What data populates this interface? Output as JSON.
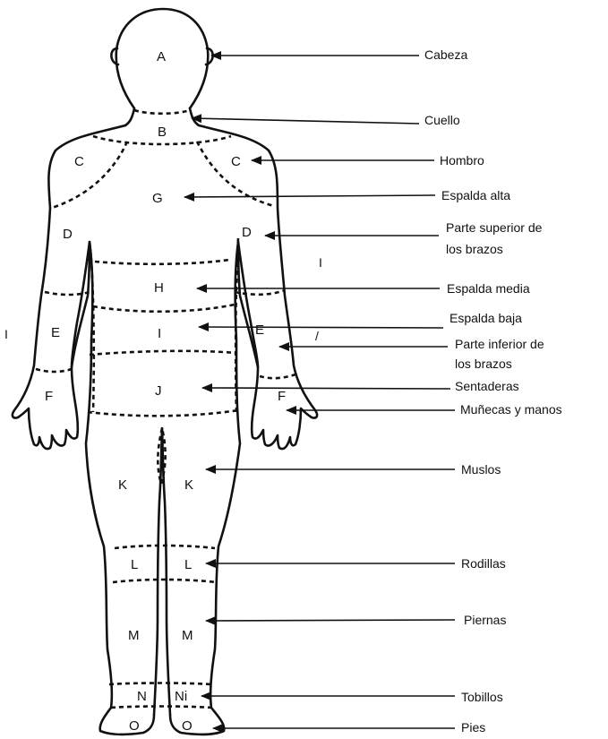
{
  "zones": {
    "a": "A",
    "b": "B",
    "c_left": "C",
    "c_right": "C",
    "g": "G",
    "d_left": "D",
    "d_right": "D",
    "h": "H",
    "e_left": "E",
    "e_right": "E",
    "i": "I",
    "f_left": "F",
    "f_right": "F",
    "j": "J",
    "k_left": "K",
    "k_right": "K",
    "l_left": "L",
    "l_right": "L",
    "m_left": "M",
    "m_right": "M",
    "n_left": "N",
    "n_right": "Ni",
    "o_left": "O",
    "o_right": "O"
  },
  "labels": {
    "cabeza": "Cabeza",
    "cuello": "Cuello",
    "hombro": "Hombro",
    "espalda_alta": "Espalda alta",
    "brazos_sup_1": "Parte superior de",
    "brazos_sup_2": "los brazos",
    "espalda_media": "Espalda media",
    "espalda_baja": "Espalda baja",
    "brazos_inf_1": "Parte inferior de",
    "brazos_inf_2": "los brazos",
    "sentaderas": "Sentaderas",
    "munecas": "Muñecas y manos",
    "muslos": "Muslos",
    "rodillas": "Rodillas",
    "piernas": "Piernas",
    "tobillos": "Tobillos",
    "pies": "Pies"
  },
  "stray_marks": {
    "left": "I",
    "right": "I",
    "slash": "/"
  }
}
